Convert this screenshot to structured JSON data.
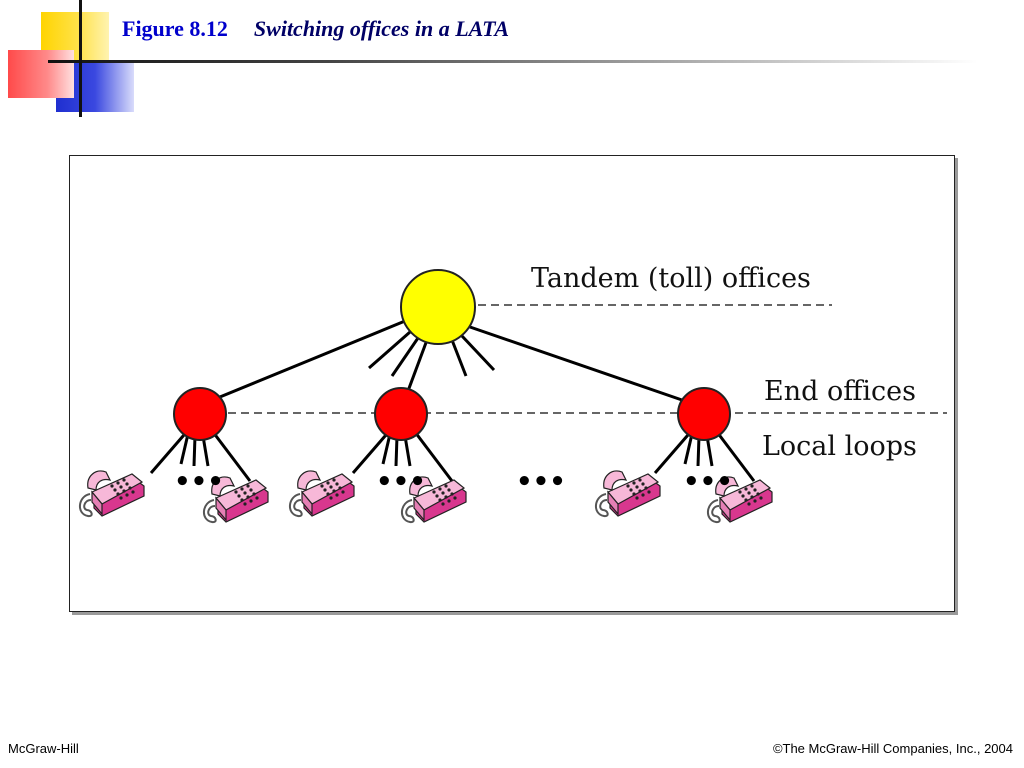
{
  "header": {
    "figure_label": "Figure 8.12",
    "caption": "Switching offices in a LATA"
  },
  "diagram": {
    "labels": {
      "tandem": "Tandem (toll) offices",
      "end_offices": "End offices",
      "local_loops": "Local loops"
    },
    "ellipsis": "•••",
    "colors": {
      "tandem_node": "#ffff00",
      "end_node": "#ff0000",
      "phone_body": "#f7b8d8",
      "phone_shadow": "#d8378e"
    }
  },
  "footer": {
    "left": "McGraw-Hill",
    "right": "©The McGraw-Hill Companies, Inc., 2004"
  }
}
